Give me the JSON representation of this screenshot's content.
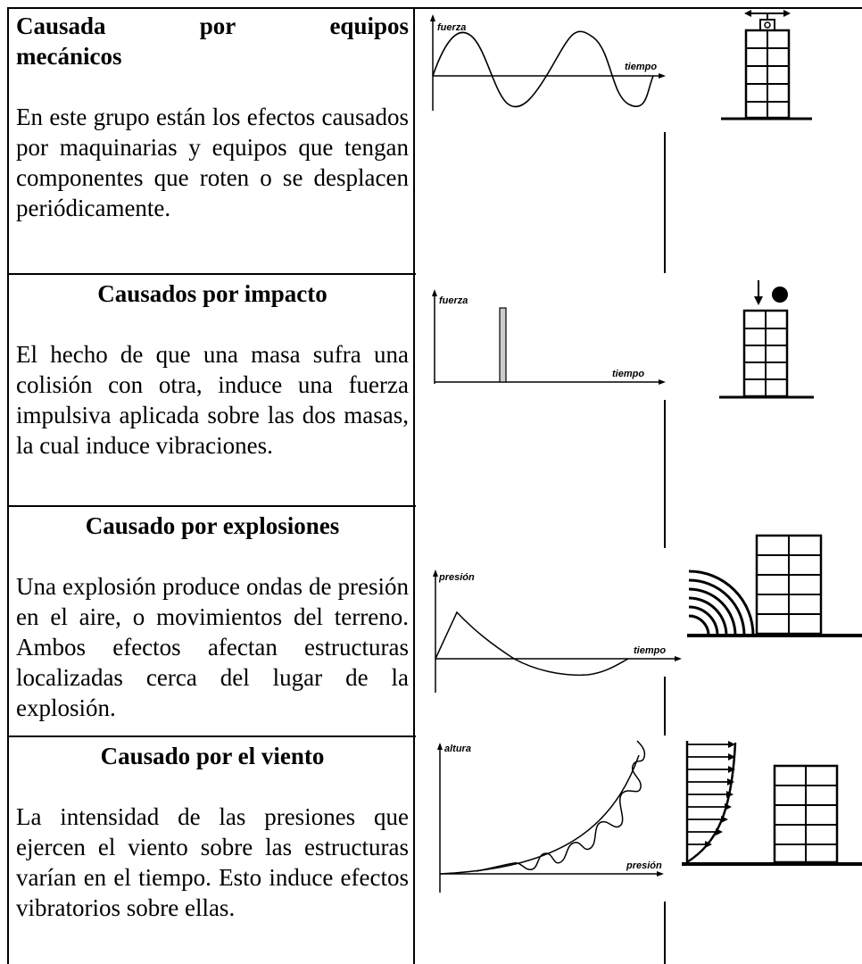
{
  "rows": [
    {
      "title": "Causada por equipos mecánicos",
      "title_line1": [
        "Causada",
        "por",
        "equipos"
      ],
      "title_line2": "mecánicos",
      "body": "En este grupo están los efectos causados por maquinarias y equipos que tengan componentes que roten o se desplacen periódicamente.",
      "graph": {
        "y_label": "fuerza",
        "x_label": "tiempo",
        "icon": "building-with-machine-icon"
      }
    },
    {
      "title": "Causados por impacto",
      "body": "El hecho de que una masa sufra una colisión con otra, induce una fuerza impulsiva aplicada sobre las dos masas, la cual induce vibraciones.",
      "graph": {
        "y_label": "fuerza",
        "x_label": "tiempo",
        "icon": "building-with-falling-ball-icon"
      }
    },
    {
      "title": "Causado por explosiones",
      "body": "Una explosión produce ondas de presión en el aire, o movimientos del terreno. Ambos efectos afectan estructuras localizadas cerca del lugar de la explosión.",
      "graph": {
        "y_label": "presión",
        "x_label": "tiempo",
        "icon": "building-with-blast-waves-icon"
      }
    },
    {
      "title": "Causado por el viento",
      "body": "La intensidad de las presiones que ejercen el viento sobre las estructuras varían en el tiempo. Esto induce efectos vibratorios sobre ellas.",
      "graph": {
        "y_label": "altura",
        "x_label": "presión",
        "icon": "building-with-wind-profile-icon"
      }
    }
  ]
}
